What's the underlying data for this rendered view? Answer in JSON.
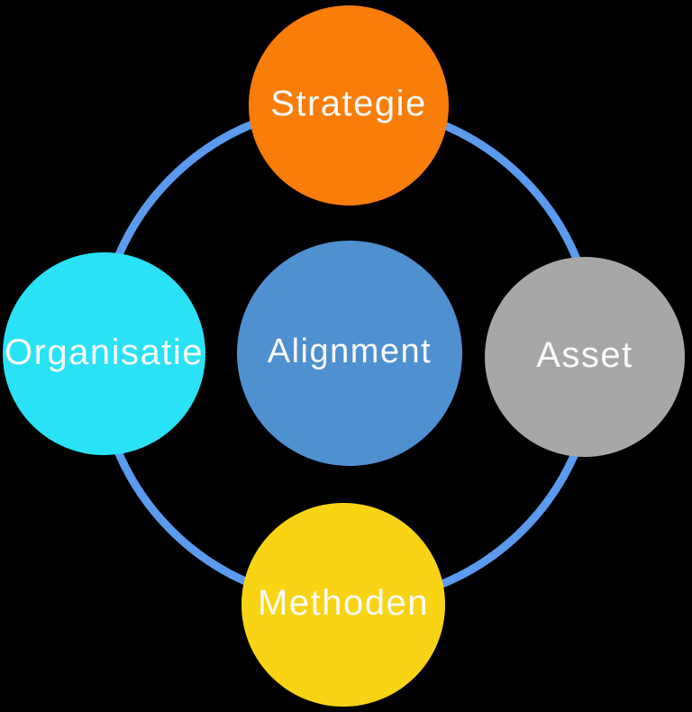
{
  "diagram": {
    "type": "hub-and-spoke-circle-diagram",
    "background_color": "#000000",
    "text_color": "#fafafa",
    "ring": {
      "color": "#5b9bef",
      "stroke_width": 9
    },
    "center_node": {
      "id": "alignment",
      "label": "Alignment",
      "color": "#4f90d1"
    },
    "outer_nodes": [
      {
        "id": "strategie",
        "label": "Strategie",
        "position": "top",
        "color": "#f97d09"
      },
      {
        "id": "organisatie",
        "label": "Organisatie",
        "position": "left",
        "color": "#29e2f6"
      },
      {
        "id": "asset",
        "label": "Asset",
        "position": "right",
        "color": "#a7a7a6"
      },
      {
        "id": "methoden",
        "label": "Methoden",
        "position": "bottom",
        "color": "#f9d414"
      }
    ]
  }
}
